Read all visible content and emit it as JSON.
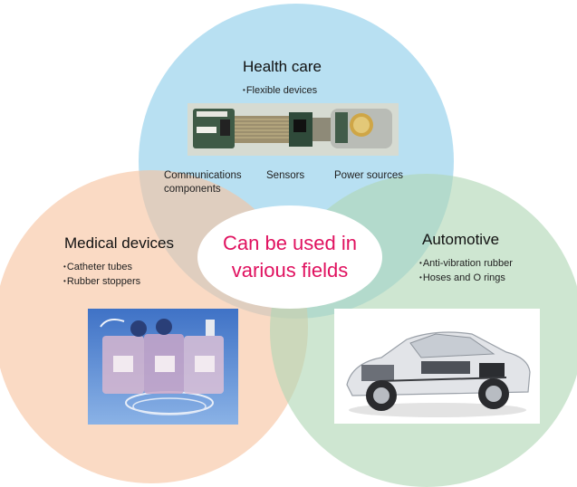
{
  "center": {
    "text": "Can be used in\nvarious fields"
  },
  "health_care": {
    "title": "Health care",
    "bullets": [
      "Flexible devices"
    ],
    "components": [
      "Communications components",
      "Sensors",
      "Power sources"
    ]
  },
  "medical_devices": {
    "title": "Medical devices",
    "bullets": [
      "Catheter tubes",
      "Rubber stoppers"
    ]
  },
  "automotive": {
    "title": "Automotive",
    "bullets": [
      "Anti-vibration rubber",
      "Hoses and O rings"
    ]
  },
  "colors": {
    "health_circle": "#a0d6ee",
    "medical_circle": "#f7c4a0",
    "automotive_circle": "#b0d6b4",
    "center_text": "#e0115f"
  }
}
